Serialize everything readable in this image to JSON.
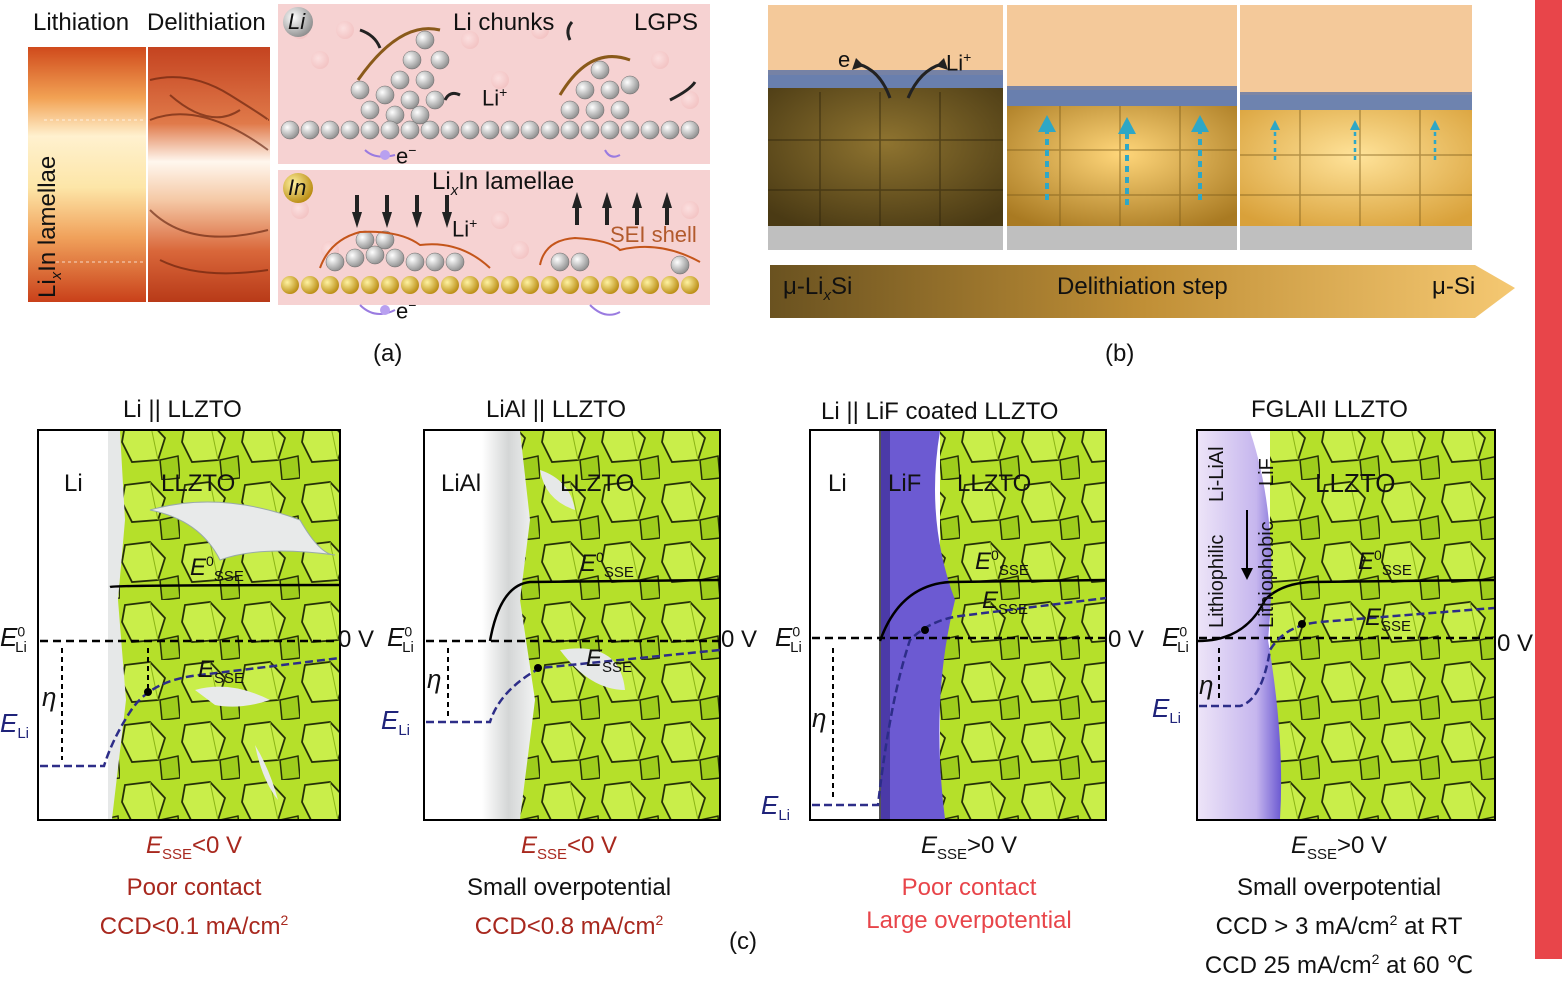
{
  "panel_a": {
    "label": "(a)",
    "lithiation": "Lithiation",
    "delithiation": "Delithiation",
    "lamellae_vertical_main": "Li",
    "lamellae_vertical_sub": "x",
    "lamellae_vertical_rest": "In lamellae",
    "li_badge": "Li",
    "in_badge": "In",
    "li_chunks": "Li chunks",
    "lgps": "LGPS",
    "li_plus_1": "Li",
    "li_plus_2": "Li",
    "plus": "+",
    "e_minus_1": "e",
    "e_minus_2": "e",
    "minus": "−",
    "lixin_main": "Li",
    "lixin_sub": "x",
    "lixin_rest": "In lamellae",
    "sei_shell": "SEI shell"
  },
  "panel_b": {
    "label": "(b)",
    "e_label": "e",
    "li_plus": "Li",
    "plus": "+",
    "arrow_left_main": "μ-Li",
    "arrow_left_sub": "x",
    "arrow_left_rest": "Si",
    "arrow_mid": "Delithiation step",
    "arrow_right": "μ-Si"
  },
  "panel_c": {
    "label": "(c)",
    "e_sym": "E",
    "sup0": "0",
    "sub_li": "Li",
    "sub_sse": "SSE",
    "eta": "η",
    "zero_v": "0 V",
    "p1": {
      "title": "Li || LLZTO",
      "left": "Li",
      "right": "LLZTO",
      "cap_cond_rest": "<0 V",
      "cap_line2": "Poor contact",
      "cap_line3_main": "CCD<0.1 mA/cm",
      "cap_line3_sup": "2"
    },
    "p2": {
      "title": "LiAl || LLZTO",
      "left": "LiAl",
      "right": "LLZTO",
      "cap_cond_rest": "<0 V",
      "cap_line2": "Small overpotential",
      "cap_line3_main": "CCD<0.8 mA/cm",
      "cap_line3_sup": "2"
    },
    "p3": {
      "title": "Li || LiF coated LLZTO",
      "left": "Li",
      "mid": "LiF",
      "right": "LLZTO",
      "cap_cond_rest": ">0 V",
      "cap_line2": "Poor contact",
      "cap_line3": "Large overpotential"
    },
    "p4": {
      "title": "FGLAII LLZTO",
      "lili": "Li-LiAl",
      "lif": "LiF",
      "lithiophilic": "Lithiophilic",
      "lithiophobic": "Lithiophobic",
      "right": "LLZTO",
      "cap_cond_rest": ">0 V",
      "cap_line2": "Small overpotential",
      "cap_line3_main": "CCD > 3 mA/cm",
      "cap_line3_sup": "2",
      "cap_line3_rest": " at RT",
      "cap_line4_main": "CCD 25 mA/cm",
      "cap_line4_sup": "2",
      "cap_line4_rest": " at 60 ℃"
    }
  },
  "colors": {
    "llzto_green": "#b5e02a",
    "lif_purple": "#6656c8",
    "potential_dashed_blue": "#2d2d88",
    "caption_dark_red": "#a8281e",
    "caption_light_red": "#e8454a",
    "side_bar_red": "#e8454a",
    "delithiation_arrow_gold": "#d9a43e"
  }
}
